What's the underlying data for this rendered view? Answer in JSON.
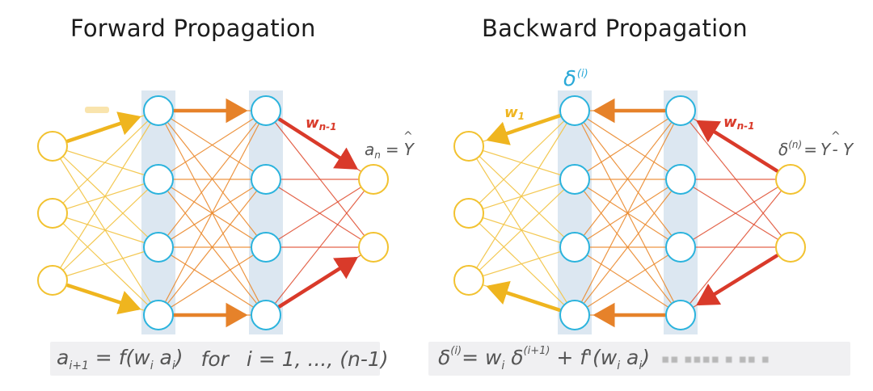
{
  "forward": {
    "title": "Forward Propagation",
    "weight_label": "w",
    "weight_sub": "n-1",
    "output_a": "a",
    "output_a_sub": "n",
    "output_eq": "=",
    "output_y": "Y",
    "formula": {
      "lhs": "a",
      "lhs_sub": "i+1",
      "eq": " = f(w",
      "w_sub": "i",
      "mid": " a",
      "a_sub": "i",
      "close": ")",
      "for_text": "for",
      "range": "i = 1, ..., (n-1)"
    }
  },
  "backward": {
    "title": "Backward Propagation",
    "delta_label": "δ",
    "delta_sup": "(i)",
    "w1_label": "w",
    "w1_sub": "1",
    "wn_label": "w",
    "wn_sub": "n-1",
    "output_delta": "δ",
    "output_delta_sup": "(n)",
    "output_eq": "=",
    "output_y1": "Y",
    "output_minus": "- Y",
    "formula": {
      "delta": "δ",
      "delta_sup": "(i)",
      "eq": "= w",
      "w_sub": "i",
      "delta2": " δ",
      "delta2_sup": "(i+1)",
      "plus": " + f'(w",
      "w2_sub": "i",
      "a": " a",
      "a_sub": "i",
      "close": ")"
    }
  },
  "colors": {
    "node_yellow": "#f2c230",
    "node_blue": "#2bb3dd",
    "band": "#dce7f1",
    "edge_yellow": "#f3c64a",
    "edge_orange": "#eb8a2e",
    "edge_red": "#df4a2c",
    "arrow_yellow": "#efb51f",
    "arrow_orange": "#e6822a",
    "arrow_red": "#d93a2a",
    "delta_blue": "#2aa9d8"
  }
}
